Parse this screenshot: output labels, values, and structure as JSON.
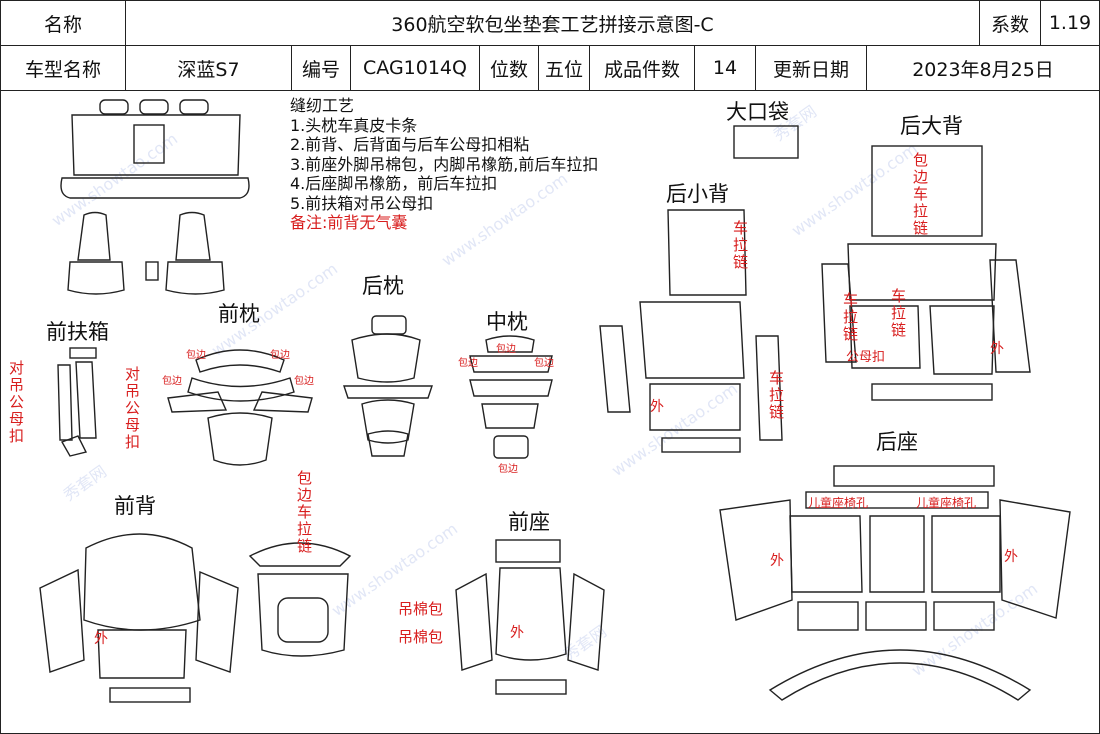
{
  "header": {
    "name_label": "名称",
    "title": "360航空软包坐垫套工艺拼接示意图-C",
    "coef_label": "系数",
    "coef_value": "1.19",
    "model_label": "车型名称",
    "model_value": "深蓝S7",
    "code_label": "编号",
    "code_value": "CAG1014Q",
    "seat_label": "位数",
    "seat_value": "五位",
    "pieces_label": "成品件数",
    "pieces_value": "14",
    "date_label": "更新日期",
    "date_value": "2023年8月25日"
  },
  "process": {
    "title": "缝纫工艺",
    "steps": [
      "1.头枕车真皮卡条",
      "2.前背、后背面与后车公母扣相粘",
      "3.前座外脚吊棉包，内脚吊橡筋,前后车拉扣",
      "4.后座脚吊橡筋，前后车拉扣",
      "5.前扶箱对吊公母扣"
    ],
    "remark": "备注:前背无气囊"
  },
  "sections": {
    "front_armrest": "前扶箱",
    "front_headrest": "前枕",
    "rear_headrest": "后枕",
    "middle_headrest": "中枕",
    "large_pocket": "大口袋",
    "rear_small_back": "后小背",
    "rear_large_back": "后大背",
    "front_back": "前背",
    "front_seat": "前座",
    "rear_seat": "后座"
  },
  "annotations": {
    "hang_snap": "对吊公母扣",
    "binding": "包边",
    "binding_zip": "包边车拉链",
    "zip": "车拉链",
    "outside": "外",
    "snap": "公母扣",
    "cotton_pack": "吊棉包",
    "child_seat": "儿童座椅孔"
  },
  "watermark": {
    "text_a": "www.showtao.com",
    "text_b": "秀套网"
  },
  "colors": {
    "annotation": "#d81e1e",
    "line": "#222222",
    "watermark": "#c9d3f0"
  }
}
